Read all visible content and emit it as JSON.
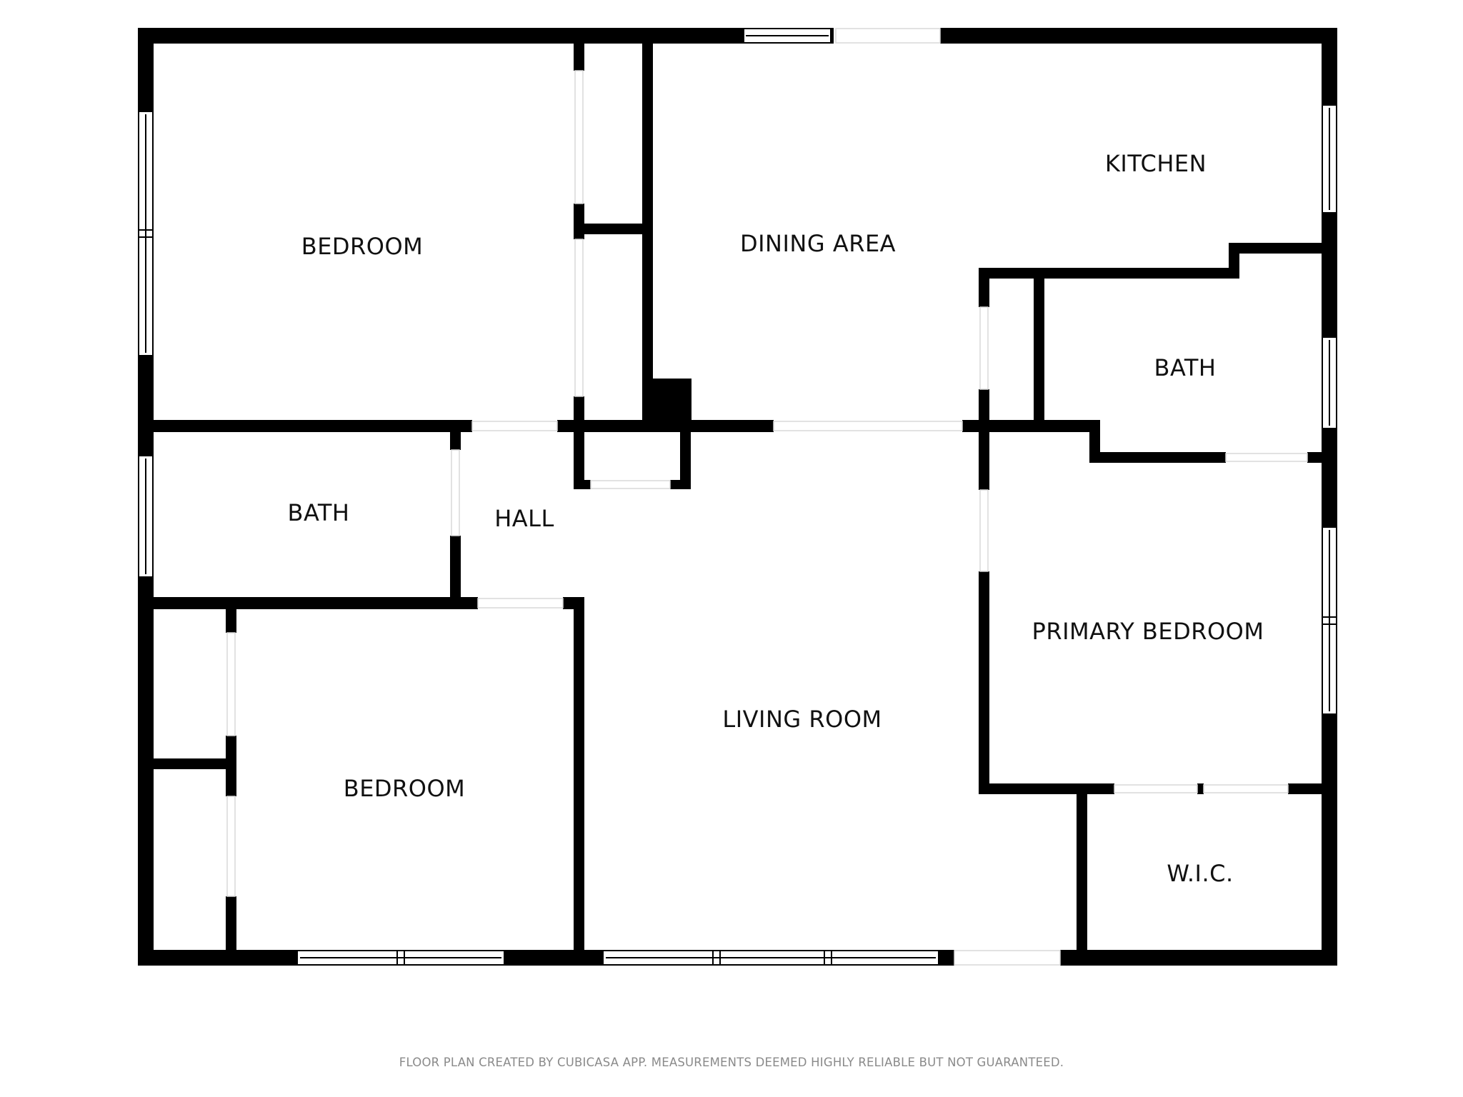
{
  "rooms": {
    "bedroom_nw": "BEDROOM",
    "dining_area": "DINING AREA",
    "kitchen": "KITCHEN",
    "bath_east": "BATH",
    "bath_west": "BATH",
    "hall": "HALL",
    "primary_bedroom": "PRIMARY BEDROOM",
    "living_room": "LIVING ROOM",
    "bedroom_sw": "BEDROOM",
    "wic": "W.I.C."
  },
  "footer": {
    "note": "FLOOR PLAN CREATED BY CUBICASA APP. MEASUREMENTS DEEMED HIGHLY RELIABLE BUT NOT GUARANTEED."
  },
  "colors": {
    "wall": "#000000",
    "background": "#ffffff",
    "footer_text": "#8a8a8a"
  }
}
